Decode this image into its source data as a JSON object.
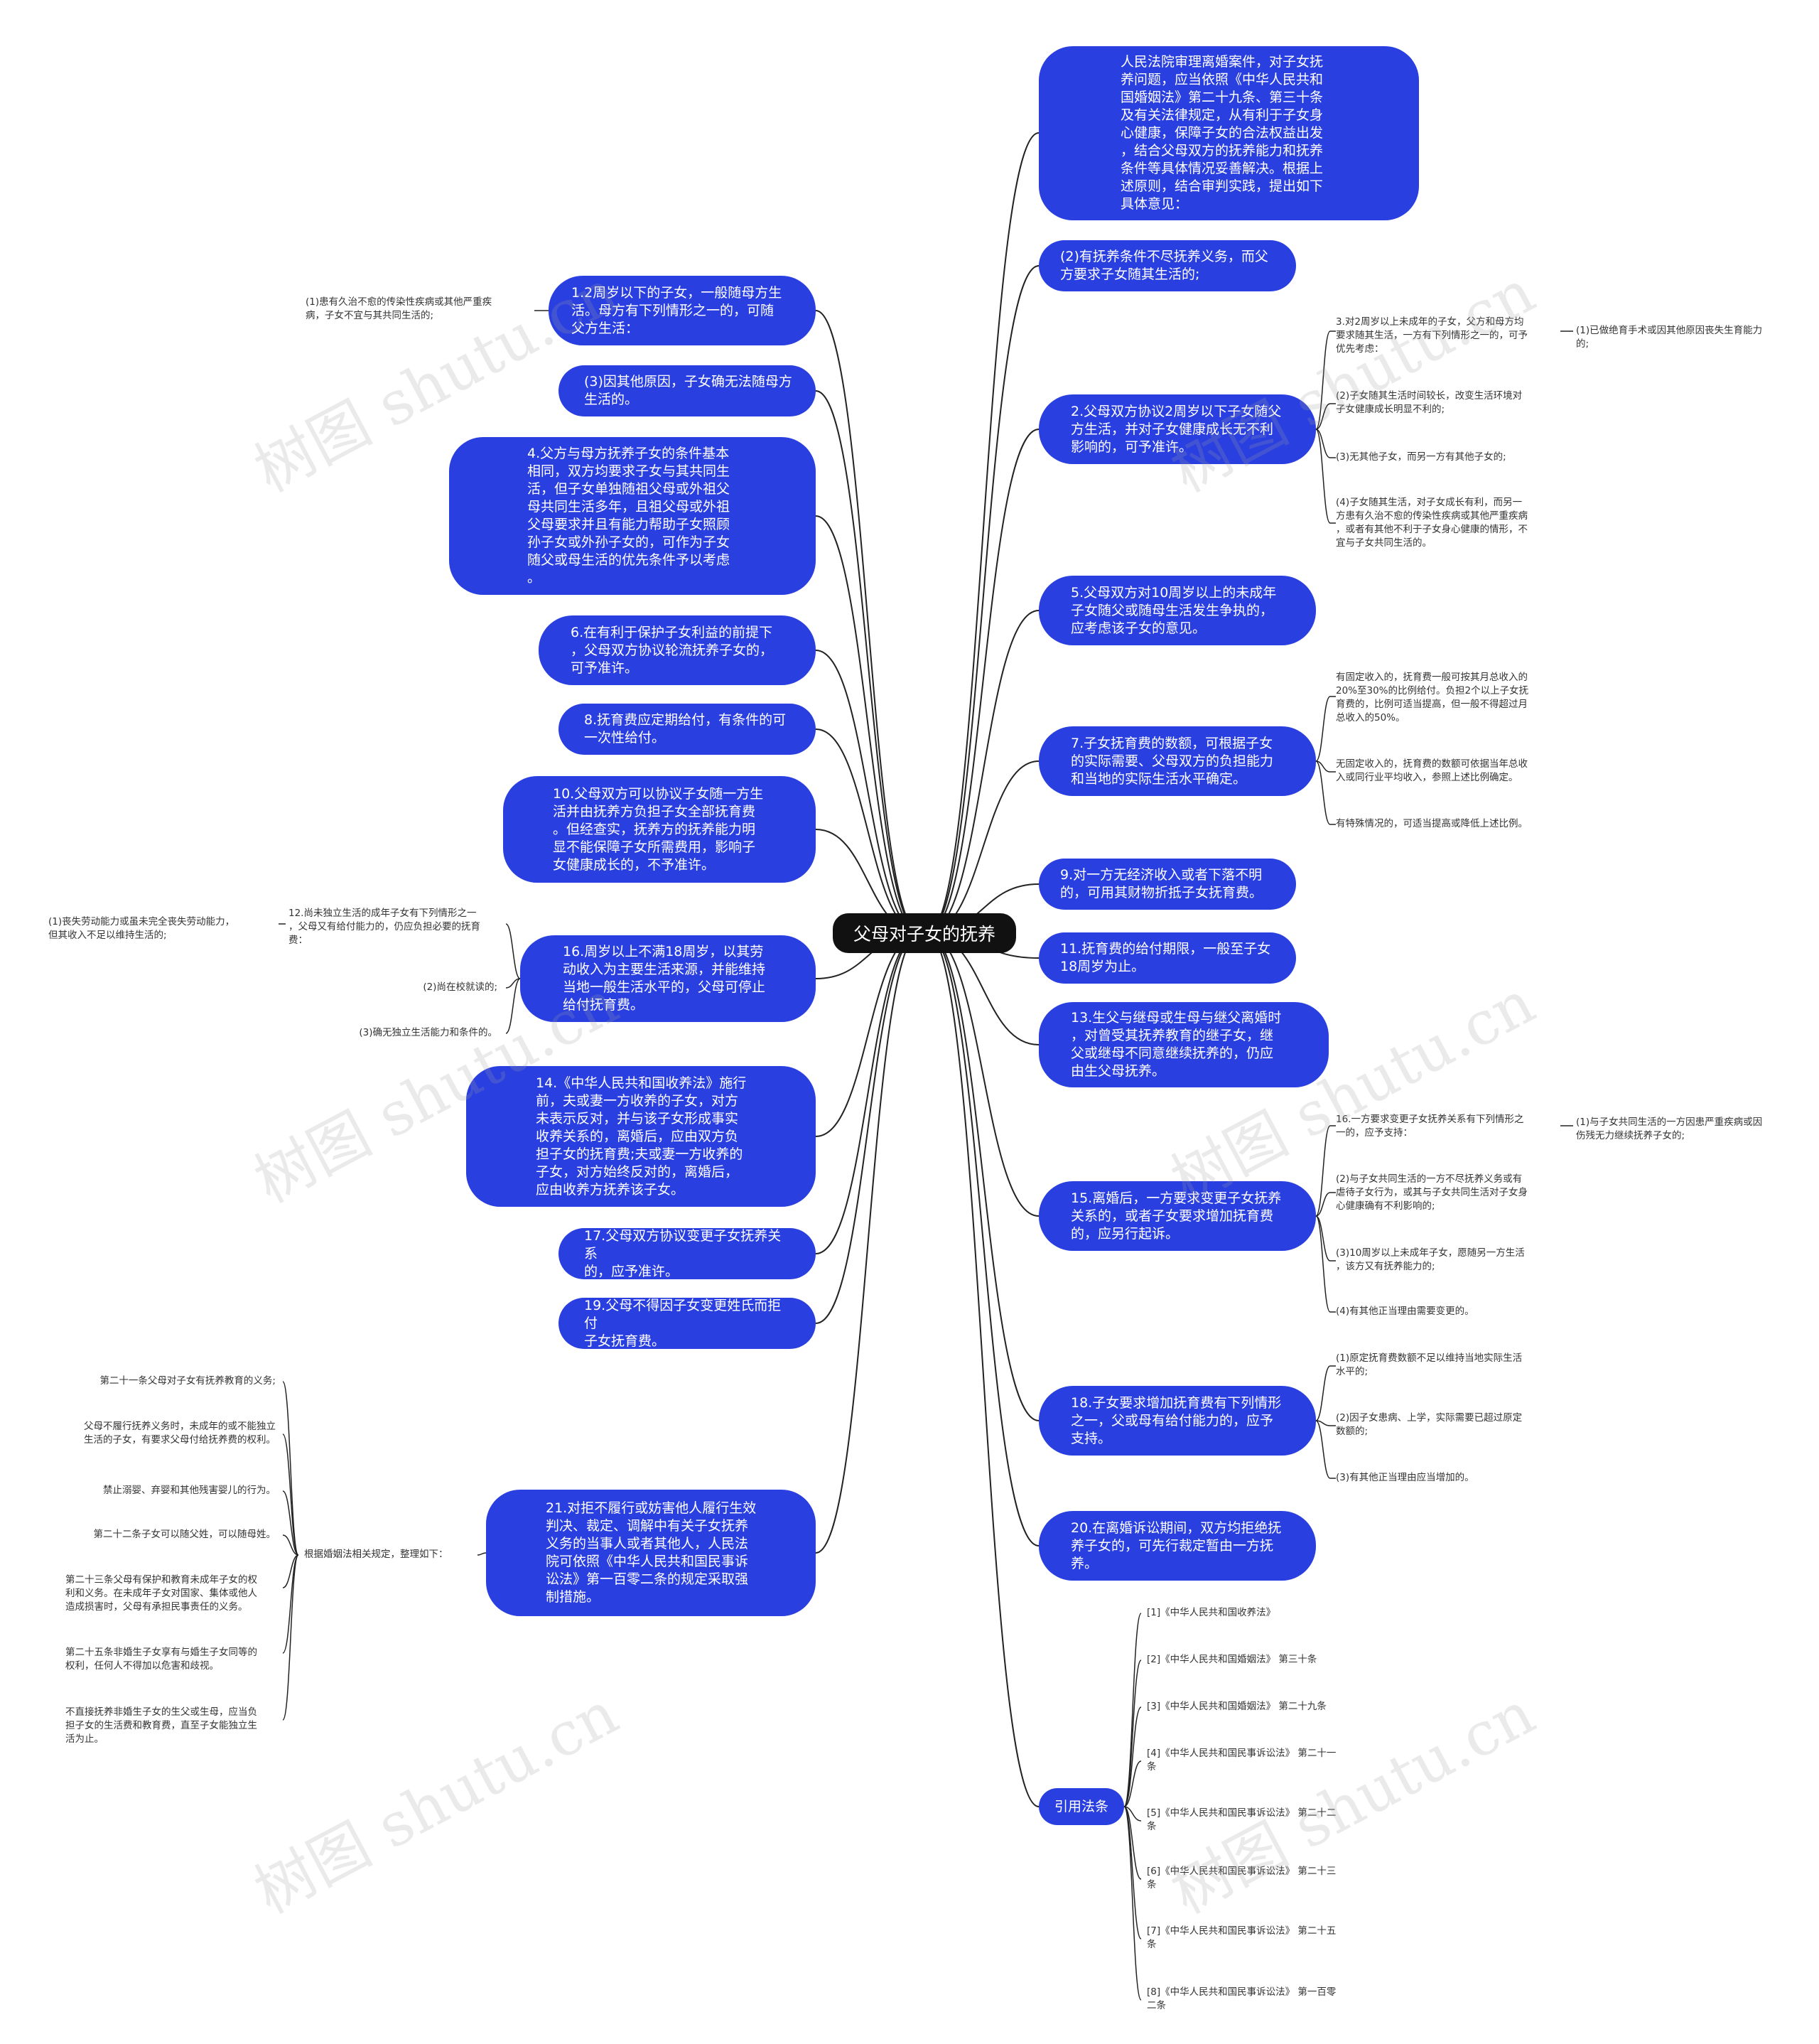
{
  "root": "父母对子女的抚养",
  "watermark": "树图 shutu.cn",
  "colors": {
    "node": "#2a3fe0",
    "root": "#111111",
    "line": "#222222",
    "leaf_text": "#333333"
  },
  "right": {
    "r1": "人民法院审理离婚案件，对子女抚\n养问题，应当依照《中华人民共和\n国婚姻法》第二十九条、第三十条\n及有关法律规定，从有利于子女身\n心健康，保障子女的合法权益出发\n，结合父母双方的抚养能力和抚养\n条件等具体情况妥善解决。根据上\n述原则，结合审判实践，提出如下\n具体意见：",
    "r2": "(2)有抚养条件不尽抚养义务，而父\n方要求子女随其生活的;",
    "r3": "2.父母双方协议2周岁以下子女随父\n方生活，并对子女健康成长无不利\n影响的，可予准许。",
    "r3_sub1": "3.对2周岁以上未成年的子女，父方和母方均\n要求随其生活，一方有下列情形之一的，可予\n优先考虑：",
    "r3_sub1_c": "(1)已做绝育手术或因其他原因丧失生育能力\n的;",
    "r3_sub2": "(2)子女随其生活时间较长，改变生活环境对\n子女健康成长明显不利的;",
    "r3_sub3": "(3)无其他子女，而另一方有其他子女的;",
    "r3_sub4": "(4)子女随其生活，对子女成长有利，而另一\n方患有久治不愈的传染性疾病或其他严重疾病\n，或者有其他不利于子女身心健康的情形，不\n宜与子女共同生活的。",
    "r4": "5.父母双方对10周岁以上的未成年\n子女随父或随母生活发生争执的，\n应考虑该子女的意见。",
    "r5": "7.子女抚育费的数额，可根据子女\n的实际需要、父母双方的负担能力\n和当地的实际生活水平确定。",
    "r5_sub1": "有固定收入的，抚育费一般可按其月总收入的\n20%至30%的比例给付。负担2个以上子女抚\n育费的，比例可适当提高，但一般不得超过月\n总收入的50%。",
    "r5_sub2": "无固定收入的，抚育费的数额可依据当年总收\n入或同行业平均收入，参照上述比例确定。",
    "r5_sub3": "有特殊情况的，可适当提高或降低上述比例。",
    "r6": "9.对一方无经济收入或者下落不明\n的，可用其财物折抵子女抚育费。",
    "r7": "11.抚育费的给付期限，一般至子女\n18周岁为止。",
    "r8": "13.生父与继母或生母与继父离婚时\n，对曾受其抚养教育的继子女，继\n父或继母不同意继续抚养的，仍应\n由生父母抚养。",
    "r9": "15.离婚后，一方要求变更子女抚养\n关系的，或者子女要求增加抚育费\n的，应另行起诉。",
    "r9_sub1": "16.一方要求变更子女抚养关系有下列情形之\n一的，应予支持：",
    "r9_sub1_c": "(1)与子女共同生活的一方因患严重疾病或因\n伤残无力继续抚养子女的;",
    "r9_sub2": "(2)与子女共同生活的一方不尽抚养义务或有\n虐待子女行为，或其与子女共同生活对子女身\n心健康确有不利影响的;",
    "r9_sub3": "(3)10周岁以上未成年子女，愿随另一方生活\n，该方又有抚养能力的;",
    "r9_sub4": "(4)有其他正当理由需要变更的。",
    "r10": "18.子女要求增加抚育费有下列情形\n之一，父或母有给付能力的，应予\n支持。",
    "r10_sub1": "(1)原定抚育费数额不足以维持当地实际生活\n水平的;",
    "r10_sub2": "(2)因子女患病、上学，实际需要已超过原定\n数额的;",
    "r10_sub3": "(3)有其他正当理由应当增加的。",
    "r11": "20.在离婚诉讼期间，双方均拒绝抚\n养子女的，可先行裁定暂由一方抚\n养。",
    "r12": "引用法条",
    "refs": [
      "[1]《中华人民共和国收养法》",
      "[2]《中华人民共和国婚姻法》 第三十条",
      "[3]《中华人民共和国婚姻法》 第二十九条",
      "[4]《中华人民共和国民事诉讼法》 第二十一\n条",
      "[5]《中华人民共和国民事诉讼法》 第二十二\n条",
      "[6]《中华人民共和国民事诉讼法》 第二十三\n条",
      "[7]《中华人民共和国民事诉讼法》 第二十五\n条",
      "[8]《中华人民共和国民事诉讼法》 第一百零\n二条"
    ]
  },
  "left": {
    "l1": "1.2周岁以下的子女，一般随母方生\n活。母方有下列情形之一的，可随\n父方生活：",
    "l1_sub": "(1)患有久治不愈的传染性疾病或其他严重疾\n病，子女不宜与其共同生活的;",
    "l2": "(3)因其他原因，子女确无法随母方\n生活的。",
    "l3": "4.父方与母方抚养子女的条件基本\n相同，双方均要求子女与其共同生\n活，但子女单独随祖父母或外祖父\n母共同生活多年，且祖父母或外祖\n父母要求并且有能力帮助子女照顾\n孙子女或外孙子女的，可作为子女\n随父或母生活的优先条件予以考虑\n。",
    "l4": "6.在有利于保护子女利益的前提下\n，父母双方协议轮流抚养子女的，\n可予准许。",
    "l5": "8.抚育费应定期给付，有条件的可\n一次性给付。",
    "l6": "10.父母双方可以协议子女随一方生\n活并由抚养方负担子女全部抚育费\n。但经查实，抚养方的抚养能力明\n显不能保障子女所需费用，影响子\n女健康成长的，不予准许。",
    "l7": "16.周岁以上不满18周岁，以其劳\n动收入为主要生活来源，并能维持\n当地一般生活水平的，父母可停止\n给付抚育费。",
    "l7_sub1": "12.尚未独立生活的成年子女有下列情形之一\n，父母又有给付能力的，仍应负担必要的抚育\n费：",
    "l7_sub1_c": "(1)丧失劳动能力或虽未完全丧失劳动能力，\n但其收入不足以维持生活的;",
    "l7_sub2": "(2)尚在校就读的;",
    "l7_sub3": "(3)确无独立生活能力和条件的。",
    "l8": "14.《中华人民共和国收养法》施行\n前，夫或妻一方收养的子女，对方\n未表示反对，并与该子女形成事实\n收养关系的，离婚后，应由双方负\n担子女的抚育费;夫或妻一方收养的\n子女，对方始终反对的，离婚后，\n应由收养方抚养该子女。",
    "l9": "17.父母双方协议变更子女抚养关系\n的，应予准许。",
    "l10": "19.父母不得因子女变更姓氏而拒付\n子女抚育费。",
    "l11": "21.对拒不履行或妨害他人履行生效\n判决、裁定、调解中有关子女抚养\n义务的当事人或者其他人，人民法\n院可依照《中华人民共和国民事诉\n讼法》第一百零二条的规定采取强\n制措施。",
    "l11_sub": "根据婚姻法相关规定，整理如下：",
    "l11_items": [
      "第二十一条父母对子女有抚养教育的义务;",
      "父母不履行抚养义务时，未成年的或不能独立\n生活的子女，有要求父母付给抚养费的权利。",
      "禁止溺婴、弃婴和其他残害婴儿的行为。",
      "第二十二条子女可以随父姓，可以随母姓。",
      "第二十三条父母有保护和教育未成年子女的权\n利和义务。在未成年子女对国家、集体或他人\n造成损害时，父母有承担民事责任的义务。",
      "第二十五条非婚生子女享有与婚生子女同等的\n权利，任何人不得加以危害和歧视。",
      "不直接抚养非婚生子女的生父或生母，应当负\n担子女的生活费和教育费，直至子女能独立生\n活为止。"
    ]
  }
}
